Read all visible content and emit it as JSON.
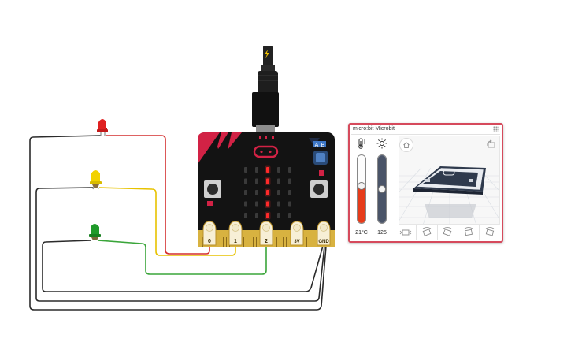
{
  "board": {
    "pin_labels": [
      "0",
      "1",
      "2",
      "3V",
      "GND"
    ],
    "button_a_label": "A",
    "button_b_label": "B"
  },
  "leds": [
    {
      "name": "red",
      "color": "#e02020"
    },
    {
      "name": "yellow",
      "color": "#f2d200"
    },
    {
      "name": "green",
      "color": "#1f9a2a"
    }
  ],
  "wires": {
    "red": "#d42f2f",
    "yellow": "#e7c200",
    "green": "#3aa53a",
    "ground": "#2b2b2b"
  },
  "panel": {
    "title": "micro:bit Microbit",
    "temperature_label": "21°C",
    "temperature_level": 0.55,
    "light_label": "125",
    "light_level": 0.5,
    "accent_color": "#d64a5c",
    "gestures": [
      "shake-gesture-icon",
      "tilt-left-icon",
      "tilt-right-icon",
      "face-up-icon",
      "face-down-icon"
    ]
  }
}
